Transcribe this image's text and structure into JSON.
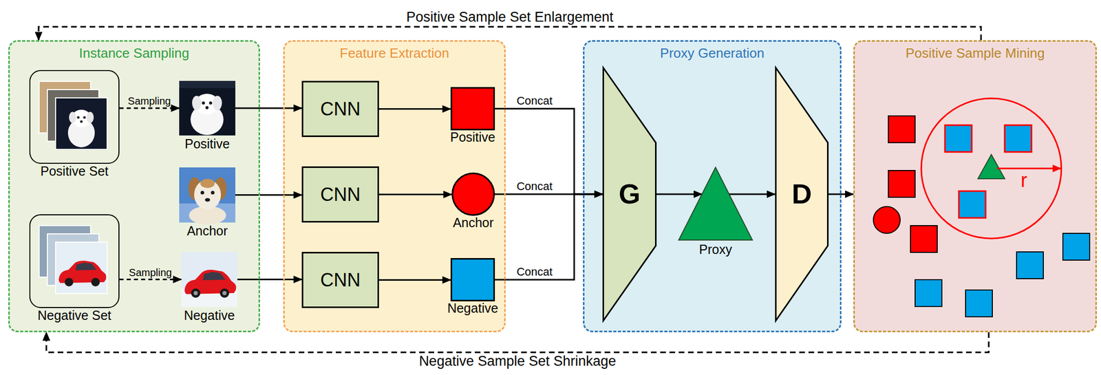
{
  "diagram": {
    "nodes": [
      {
        "text": [
          "Instance Sampling"
        ]
      },
      {
        "text": [
          "Positive Set"
        ],
        "in": 0
      },
      {
        "text": [
          "Positive"
        ],
        "in": 0
      },
      {
        "text": [
          "Anchor"
        ],
        "in": 0
      },
      {
        "text": [
          "Negative Set"
        ],
        "in": 0
      },
      {
        "text": [
          "Negative"
        ],
        "in": 0
      },
      {
        "text": [
          "Feature Extraction"
        ]
      },
      {
        "text": [
          "CNN"
        ],
        "in": 6
      },
      {
        "text": [
          "CNN"
        ],
        "in": 6
      },
      {
        "text": [
          "CNN"
        ],
        "in": 6
      },
      {
        "text": [
          "Positive"
        ],
        "in": 6
      },
      {
        "text": [
          "Anchor"
        ],
        "in": 6
      },
      {
        "text": [
          "Negative"
        ],
        "in": 6
      },
      {
        "text": [
          "Proxy Generation"
        ]
      },
      {
        "text": [
          "G"
        ],
        "in": 13
      },
      {
        "text": [
          "Proxy"
        ],
        "in": 13
      },
      {
        "text": [
          "D"
        ],
        "in": 13
      },
      {
        "text": [
          "Positive Sample Mining"
        ]
      }
    ],
    "edges": [
      {
        "from": 1,
        "to": 2,
        "arrow": "to",
        "label": "Sampling"
      },
      {
        "from": 4,
        "to": 5,
        "arrow": "to",
        "label": "Sampling"
      },
      {
        "from": 2,
        "to": 7,
        "arrow": "to"
      },
      {
        "from": 3,
        "to": 8,
        "arrow": "to"
      },
      {
        "from": 5,
        "to": 9,
        "arrow": "to"
      },
      {
        "from": 7,
        "to": 10,
        "arrow": "to"
      },
      {
        "from": 8,
        "to": 11,
        "arrow": "to"
      },
      {
        "from": 9,
        "to": 12,
        "arrow": "to"
      },
      {
        "from": 10,
        "to": 14,
        "arrow": "to",
        "label": "Concat"
      },
      {
        "from": 11,
        "to": 14,
        "arrow": "to",
        "label": "Concat"
      },
      {
        "from": 12,
        "to": 14,
        "arrow": "to",
        "label": "Concat"
      },
      {
        "from": 14,
        "to": 15,
        "arrow": "to"
      },
      {
        "from": 15,
        "to": 16,
        "arrow": "to"
      },
      {
        "from": 16,
        "to": 17,
        "arrow": "to"
      },
      {
        "from": 17,
        "to": 0,
        "arrow": "to",
        "label": "Positive Sample Set Enlargement"
      },
      {
        "from": 17,
        "to": 0,
        "arrow": "to",
        "label": "Negative Sample Set Shrinkage"
      }
    ],
    "labels": [
      "r"
    ]
  }
}
